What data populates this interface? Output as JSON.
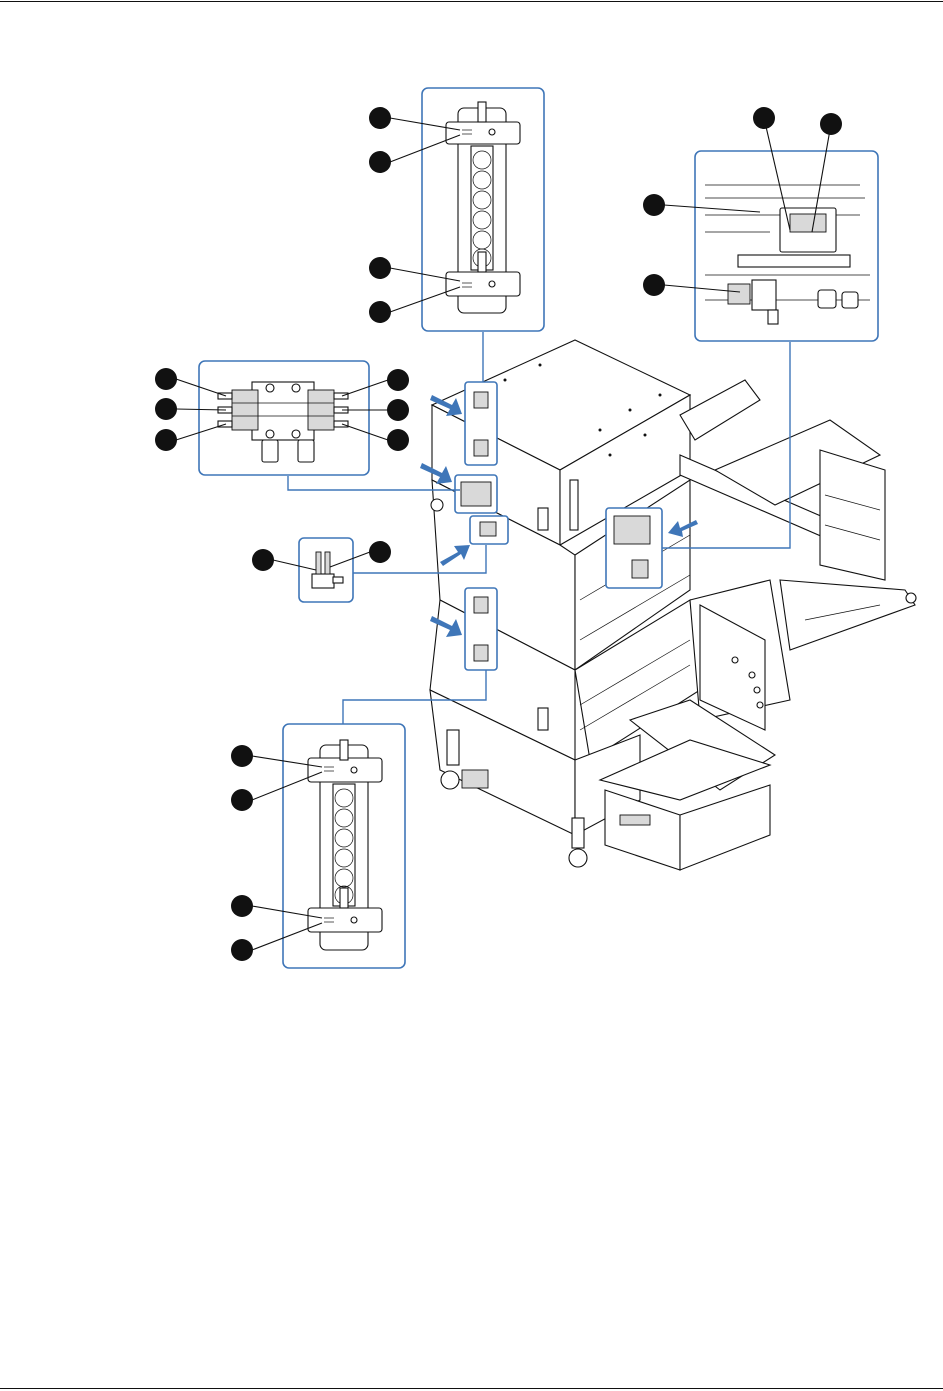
{
  "figure": {
    "colors": {
      "callout_border": "#3f76b8",
      "arrow": "#3f76b8",
      "marker": "#111111",
      "line": "#111111"
    },
    "markers": {
      "top_tube": 4,
      "bottom_tube": 4,
      "manifold": 6,
      "fitting": 2,
      "right_detail": 4
    },
    "note": ""
  }
}
